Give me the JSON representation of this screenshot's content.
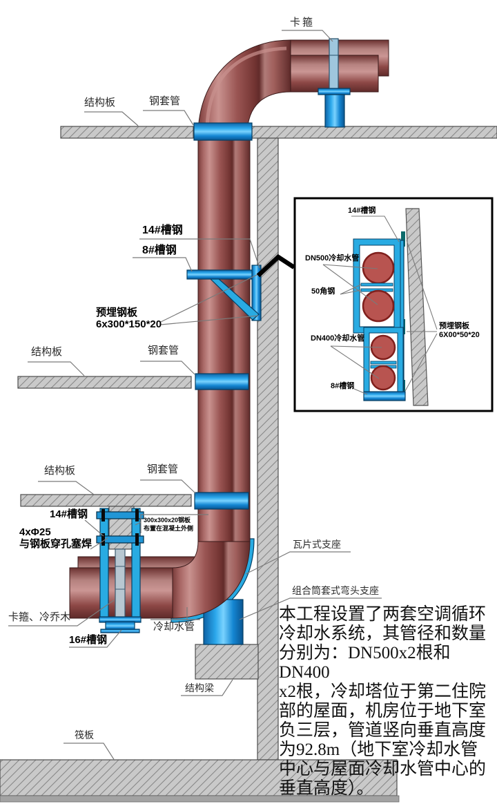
{
  "colors": {
    "pipe_red": "#a65c5a",
    "support_blue": "#29abe2",
    "concrete_grey": "#c9c9c9",
    "callout_black": "#000000",
    "detail_pipe_fill": "#b85450"
  },
  "labels": {
    "clamp_top": "卡箍",
    "slab_top": "结构板",
    "sleeve_top": "钢套管",
    "channel14_mid": "14#槽钢",
    "channel8_mid": "8#槽钢",
    "embed_plate_1": "预埋钢板",
    "embed_plate_2": "6x300*150*20",
    "slab_mid": "结构板",
    "sleeve_mid": "钢套管",
    "slab_third": "结构板",
    "sleeve_third": "钢套管",
    "channel14_bottom": "14#槽钢",
    "bolt_note_1": "4xΦ25",
    "bolt_note_2": "与钢板穿孔塞焊",
    "plate_note_1": "300x300x20钢板",
    "plate_note_2": "布置在混凝土外侧",
    "clamp_wood": "卡箍、冷乔木",
    "channel16": "16#槽钢",
    "cooling_pipe": "冷却水管",
    "tile_support": "瓦片式支座",
    "elbow_support": "组合筒套式弯头支座",
    "beam": "结构梁",
    "raft": "筏板"
  },
  "detail": {
    "channel14": "14#槽钢",
    "dn500": "DN500冷却水管",
    "angle50": "50角钢",
    "dn400": "DN400冷却水管",
    "channel8": "8#槽钢",
    "embed_1": "预埋钢板",
    "embed_2": "6X00*50*20"
  },
  "note": {
    "lines": [
      "本工程设置了两套空调循环",
      "冷却水系统，其管径和数量",
      "分别为：DN500x2根和DN400",
      "x2根，冷却塔位于第二住院",
      "部的屋面，机房位于地下室",
      "负三层，管道竖向垂直高度",
      "为92.8m（地下室冷却水管",
      "中心与屋面冷却水管中心的",
      "垂直高度）。"
    ]
  }
}
